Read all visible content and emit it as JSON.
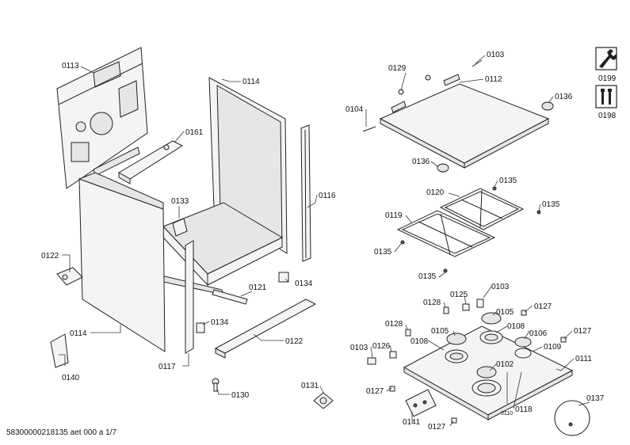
{
  "labels": {
    "p0113": "0113",
    "p0114a": "0114",
    "p0161": "0161",
    "p0116": "0116",
    "p0133": "0133",
    "p0122a": "0122",
    "p0114b": "0114",
    "p0134a": "0134",
    "p0121": "0121",
    "p0134b": "0134",
    "p0122b": "0122",
    "p0117": "0117",
    "p0140": "0140",
    "p0130": "0130",
    "p0131": "0131",
    "p0129": "0129",
    "p0103a": "0103",
    "p0112": "0112",
    "p0104": "0104",
    "p0136a": "0136",
    "p0136b": "0136",
    "p0120": "0120",
    "p0135a": "0135",
    "p0119": "0119",
    "p0135b": "0135",
    "p0135c": "0135",
    "p0135d": "0135",
    "p0103b": "0103",
    "p0125": "0125",
    "p0128a": "0128",
    "p0105a": "0105",
    "p0127a": "0127",
    "p0128b": "0128",
    "p0108a": "0108",
    "p0106": "0106",
    "p0127b": "0127",
    "p0105b": "0105",
    "p0103c": "0103",
    "p0126": "0126",
    "p0108b": "0108",
    "p0109": "0109",
    "p0102": "0102",
    "p0111": "0111",
    "p0127c": "0127",
    "p0110": "0110",
    "p0118": "0118",
    "p0141": "0141",
    "p0137": "0137",
    "p0127d": "0127",
    "p0199": "0199",
    "p0198": "0198"
  },
  "footer": "58300000218135 aet 000 a 1/7",
  "icons": [
    "tool-wrench-icon",
    "screws-icon"
  ]
}
